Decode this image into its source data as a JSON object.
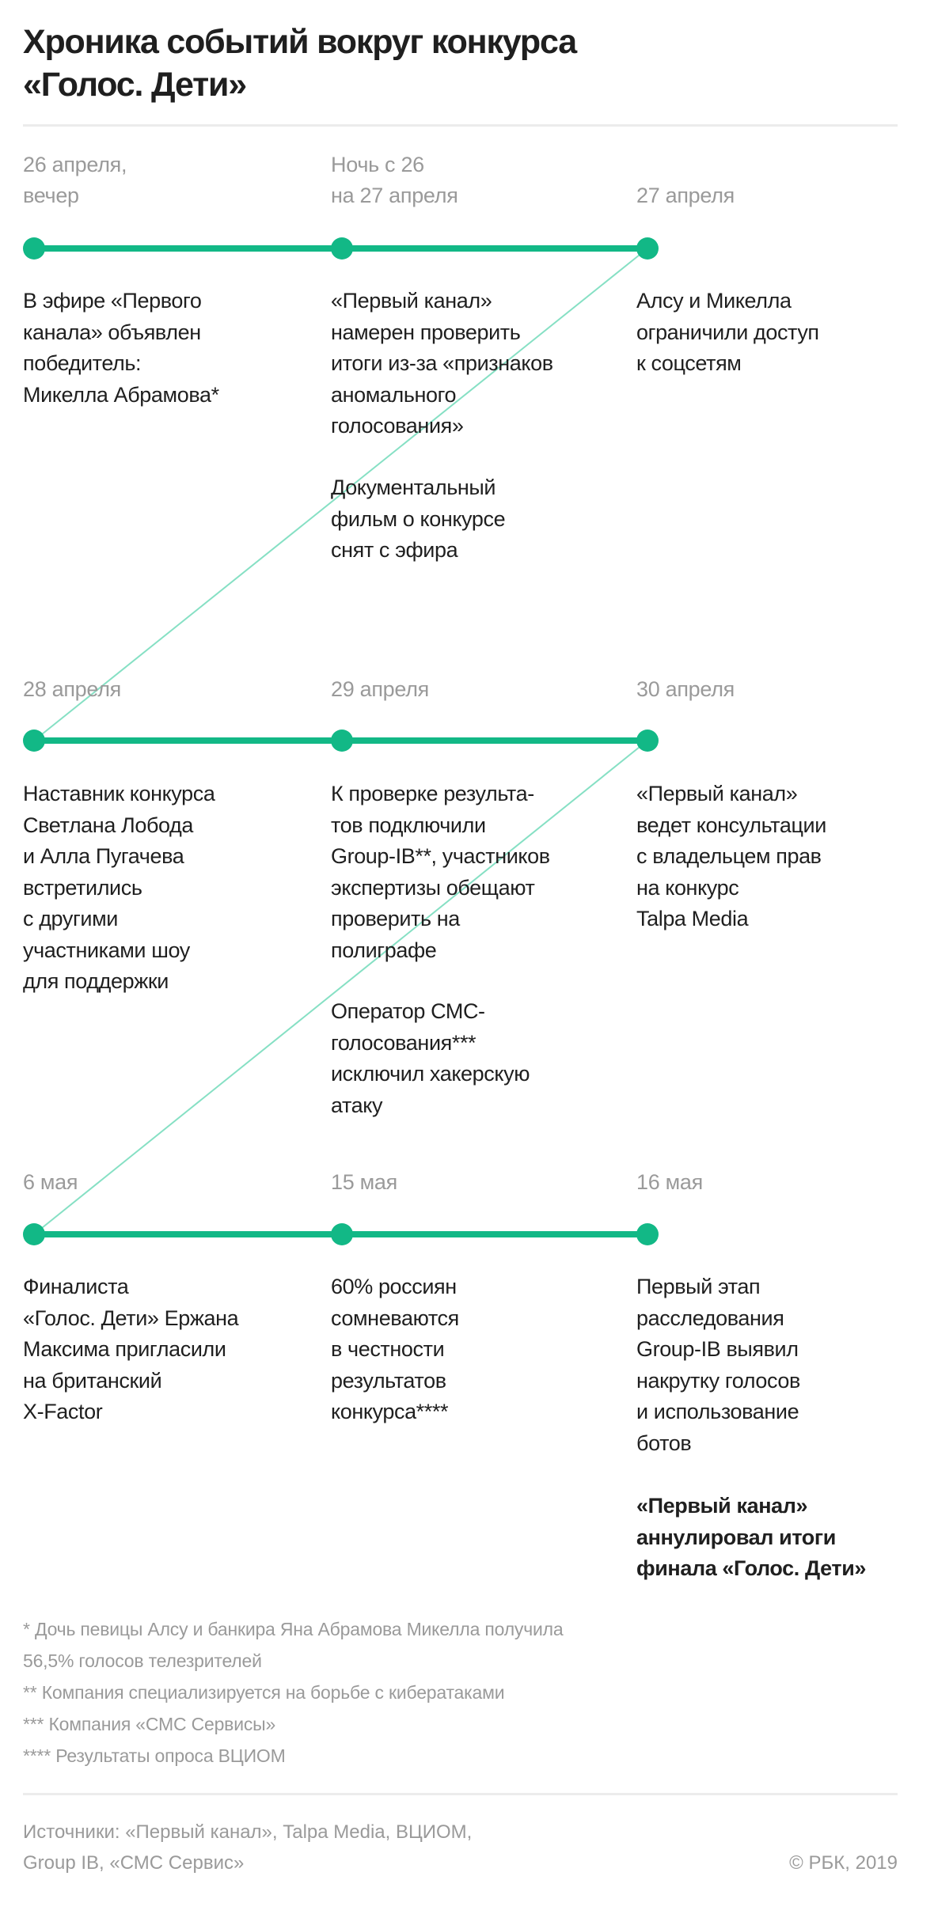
{
  "title": "Хроника событий вокруг конкурса\n«Голос. Дети»",
  "colors": {
    "accent": "#12b886",
    "connector": "#86e0c4",
    "muted": "#9a9a9a"
  },
  "rows": [
    {
      "events": [
        {
          "date": "26 апреля,\nвечер",
          "text": [
            "В эфире «Первого\nканала» объявлен\nпобедитель:\nМикелла Абрамова*"
          ]
        },
        {
          "date": "Ночь с 26\nна 27 апреля",
          "text": [
            "«Первый канал»\nнамерен проверить\nитоги из-за «признаков\nаномального\nголосования»",
            "Документальный\nфильм о конкурсе\nснят с эфира"
          ]
        },
        {
          "date": "27 апреля",
          "text": [
            "Алсу и Микелла\nограничили доступ\nк соцсетям"
          ]
        }
      ]
    },
    {
      "events": [
        {
          "date": "28 апреля",
          "text": [
            "Наставник конкурса\nСветлана Лобода\nи Алла Пугачева\nвстретились\nс другими\nучастниками шоу\nдля поддержки"
          ]
        },
        {
          "date": "29 апреля",
          "text": [
            "К проверке результа-\nтов подключили\nGroup-IB**, участников\nэкспертизы обещают\nпроверить на\nполиграфе",
            "Оператор СМС-\nголосования***\nисключил хакерскую\nатаку"
          ]
        },
        {
          "date": "30 апреля",
          "text": [
            "«Первый канал»\nведет консультации\nс владельцем прав\nна конкурс\nTalpa Media"
          ]
        }
      ]
    },
    {
      "events": [
        {
          "date": "6 мая",
          "text": [
            "Финалиста\n«Голос. Дети» Ержана\nМаксима пригласили\nна британский\nX-Factor"
          ]
        },
        {
          "date": "15 мая",
          "text": [
            "60% россиян\nсомневаются\nв честности\nрезультатов\nконкурса****"
          ]
        },
        {
          "date": "16 мая",
          "text": [
            "Первый этап\nрасследования\nGroup-IB выявил\nнакрутку голосов\nи использование\nботов"
          ],
          "bold_text": "«Первый канал»\nаннулировал итоги\nфинала «Голос. Дети»"
        }
      ]
    }
  ],
  "footnotes": [
    "* Дочь певицы Алсу и банкира Яна Абрамова Микелла получила\n56,5% голосов телезрителей",
    "** Компания специализируется на борьбе с кибератаками",
    "*** Компания «СМС Сервисы»",
    "**** Результаты опроса ВЦИОМ"
  ],
  "sources": "Источники: «Первый канал», Talpa Media, ВЦИОМ,\nGroup IB, «СМС Сервис»",
  "copyright": "© РБК, 2019"
}
